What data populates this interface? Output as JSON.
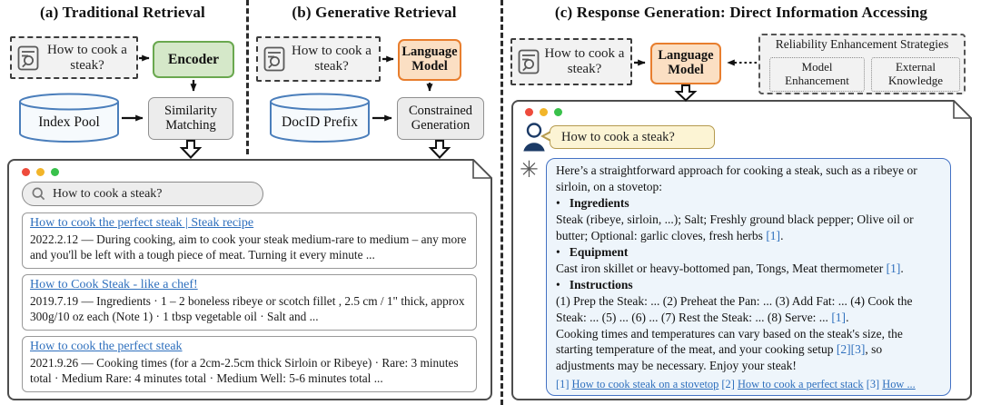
{
  "panels": {
    "a": {
      "title": "(a) Traditional Retrieval",
      "query": "How to cook a steak?",
      "encoder_label": "Encoder",
      "index_pool_label": "Index Pool",
      "similarity_label": "Similarity Matching"
    },
    "b": {
      "title": "(b) Generative Retrieval",
      "query": "How to cook a steak?",
      "language_model_label": "Language Model",
      "docid_label": "DocID Prefix",
      "constrained_label": "Constrained Generation"
    },
    "c": {
      "title": "(c) Response Generation: Direct Information Accessing",
      "query": "How to cook a steak?",
      "language_model_label": "Language Model",
      "reliability": {
        "title": "Reliability Enhancement Strategies",
        "options": [
          "Model Enhancement",
          "External Knowledge"
        ]
      }
    }
  },
  "browser": {
    "search_query": "How to cook a steak?",
    "results": [
      {
        "title": "How to cook the perfect steak | Steak recipe",
        "snippet": "2022.2.12 — During cooking, aim to cook your steak medium-rare to medium – any more and you'll be left with a tough piece of meat. Turning it every minute ..."
      },
      {
        "title": "How to Cook Steak - like a chef!",
        "snippet": "2019.7.19 — Ingredients · 1 – 2 boneless ribeye or scotch fillet , 2.5 cm / 1\" thick, approx 300g/10 oz each (Note 1) · 1 tbsp vegetable oil · Salt and ..."
      },
      {
        "title": "How to cook the perfect steak",
        "snippet": "2021.9.26 — Cooking times (for a 2cm-2.5cm thick Sirloin or Ribeye) · Rare: 3 minutes total · Medium Rare: 4 minutes total · Medium Well: 5-6 minutes total ..."
      }
    ]
  },
  "chat": {
    "user_message": "How to cook a steak?",
    "assistant": {
      "lines": [
        [
          {
            "t": "Here’s a straightforward approach for cooking a steak, such as a ribeye or sirloin, on a stovetop:",
            "s": "n"
          }
        ],
        [
          {
            "t": "•  ",
            "s": "n"
          },
          {
            "t": "Ingredients",
            "s": "b"
          }
        ],
        [
          {
            "t": "Steak (ribeye, sirloin, ...); Salt; Freshly ground black pepper; Olive oil or butter; Optional: garlic cloves, fresh herbs ",
            "s": "n"
          },
          {
            "t": "[1]",
            "s": "c"
          },
          {
            "t": ".",
            "s": "n"
          }
        ],
        [
          {
            "t": "•  ",
            "s": "n"
          },
          {
            "t": "Equipment",
            "s": "b"
          }
        ],
        [
          {
            "t": "Cast iron skillet or heavy-bottomed pan, Tongs, Meat thermometer ",
            "s": "n"
          },
          {
            "t": "[1]",
            "s": "c"
          },
          {
            "t": ".",
            "s": "n"
          }
        ],
        [
          {
            "t": "•  ",
            "s": "n"
          },
          {
            "t": "Instructions",
            "s": "b"
          }
        ],
        [
          {
            "t": "(1) Prep the Steak: ... (2) Preheat the Pan: ... (3) Add Fat: ... (4) Cook the Steak: ... (5) ... (6) ... (7) Rest the Steak: ... (8) Serve: ... ",
            "s": "n"
          },
          {
            "t": "[1]",
            "s": "c"
          },
          {
            "t": ".",
            "s": "n"
          }
        ],
        [
          {
            "t": "Cooking times and temperatures can vary based on the steak's size, the starting temperature of the meat, and your cooking setup ",
            "s": "n"
          },
          {
            "t": "[2][3]",
            "s": "c"
          },
          {
            "t": ", so adjustments may be necessary. Enjoy your steak!",
            "s": "n"
          }
        ]
      ],
      "references": [
        {
          "t": "[1] ",
          "s": "c"
        },
        {
          "t": "How to cook steak on a stovetop",
          "s": "l"
        },
        {
          "t": "  ",
          "s": "n"
        },
        {
          "t": "[2] ",
          "s": "c"
        },
        {
          "t": "How to cook a perfect stack",
          "s": "l"
        },
        {
          "t": "  ",
          "s": "n"
        },
        {
          "t": "[3] ",
          "s": "c"
        },
        {
          "t": "How ...",
          "s": "l"
        }
      ]
    }
  },
  "icons": {
    "query_icon": "doc-search-icon",
    "search_icon": "magnifier-icon",
    "user_icon": "person-icon",
    "assistant_icon": "openai-icon",
    "window_controls": "traffic-light-icons"
  },
  "colors": {
    "encoder_green_border": "#6aa84f",
    "encoder_green_fill": "#d5e8c9",
    "lm_orange_border": "#e87e2e",
    "lm_orange_fill": "#fbdfc3",
    "gray_node_fill": "#ececec",
    "cylinder_blue": "#4a7ebb",
    "link_blue": "#2e6fbd",
    "user_bubble_fill": "#fcf4d4",
    "user_bubble_border": "#b59a4e",
    "assistant_bubble_fill": "#eef5fb",
    "assistant_bubble_border": "#4472c4",
    "traffic_red": "#ee4b3c",
    "traffic_yellow": "#f2b52a",
    "traffic_green": "#39c14b"
  }
}
